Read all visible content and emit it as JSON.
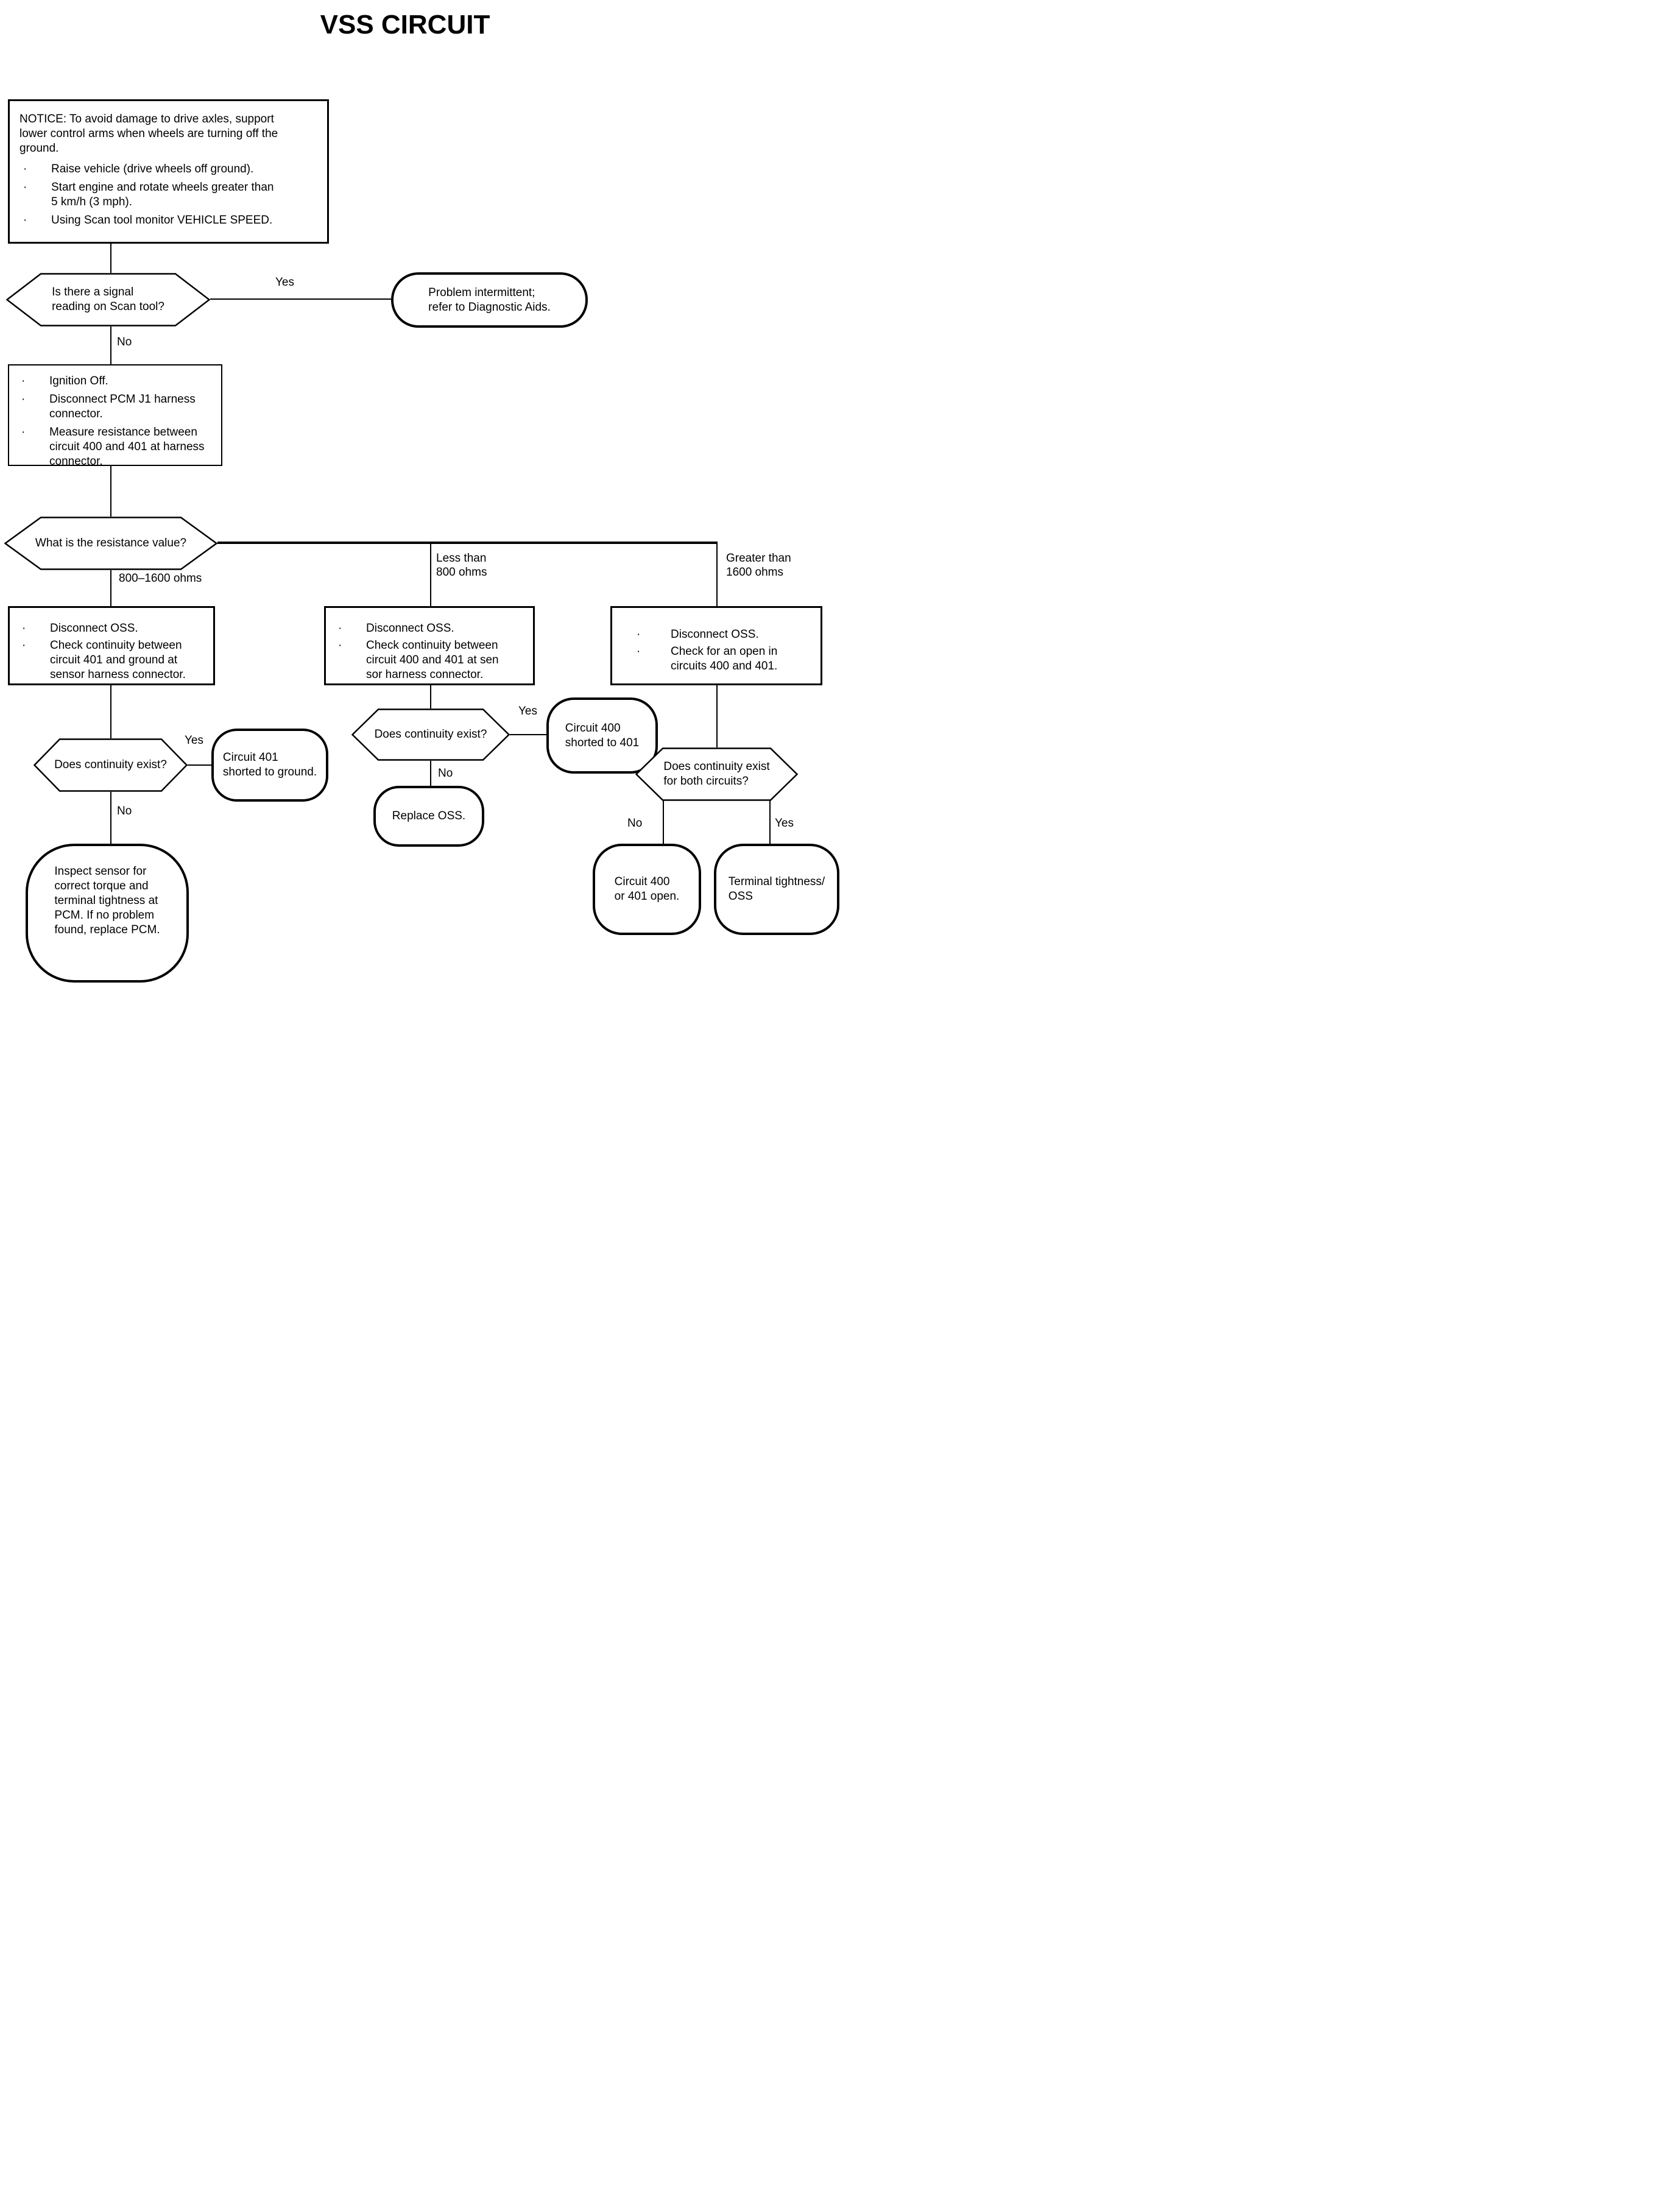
{
  "title": "VSS CIRCUIT",
  "colors": {
    "ink": "#000000",
    "paper": "#ffffff"
  },
  "glyphs": {
    "bullet": "·"
  },
  "labels": {
    "yes": "Yes",
    "no": "No"
  },
  "nodes": {
    "notice": {
      "paragraph": "NOTICE: To avoid damage to drive axles, support\nlower control arms when wheels are turning off the\nground.",
      "bullets": [
        "Raise vehicle (drive wheels off ground).",
        "Start engine and rotate wheels greater than\n5 km/h (3 mph).",
        "Using Scan tool monitor VEHICLE SPEED."
      ]
    },
    "hex_signal": {
      "text": "Is there a signal\nreading on Scan tool?"
    },
    "oval_intermittent": {
      "text": "Problem intermittent;\nrefer to Diagnostic Aids."
    },
    "box_ignition": {
      "bullets": [
        "Ignition Off.",
        "Disconnect PCM J1 harness\nconnector.",
        "Measure resistance between\ncircuit 400 and 401 at harness\nconnector."
      ]
    },
    "hex_resistance": {
      "text": "What is the resistance value?"
    },
    "branch_labels": {
      "left": "800–1600 ohms",
      "mid": "Less than\n800 ohms",
      "right": "Greater than\n1600 ohms"
    },
    "box_left": {
      "bullets": [
        "Disconnect OSS.",
        "Check continuity between\ncircuit 401 and ground at\nsensor harness connector."
      ]
    },
    "box_mid": {
      "bullets": [
        "Disconnect OSS.",
        "Check continuity between\ncircuit 400 and 401 at sen\nsor harness connector."
      ]
    },
    "box_right": {
      "bullets": [
        "Disconnect OSS.",
        "Check for an open in\ncircuits 400 and 401."
      ]
    },
    "hex_cont_left": {
      "text": "Does continuity exist?"
    },
    "oval_401": {
      "text": "Circuit 401\nshorted to ground."
    },
    "oval_inspect": {
      "text": "Inspect sensor for\ncorrect torque and\nterminal tightness at\nPCM. If no problem\nfound, replace PCM."
    },
    "hex_cont_mid": {
      "text": "Does continuity exist?"
    },
    "oval_400": {
      "text": "Circuit 400\nshorted to 401"
    },
    "oval_replace": {
      "text": "Replace OSS."
    },
    "hex_cont_both": {
      "text": "Does continuity exist\nfor both circuits?"
    },
    "oval_open": {
      "text": "Circuit 400\nor 401 open."
    },
    "oval_terminal": {
      "text": "Terminal tightness/\nOSS"
    }
  }
}
